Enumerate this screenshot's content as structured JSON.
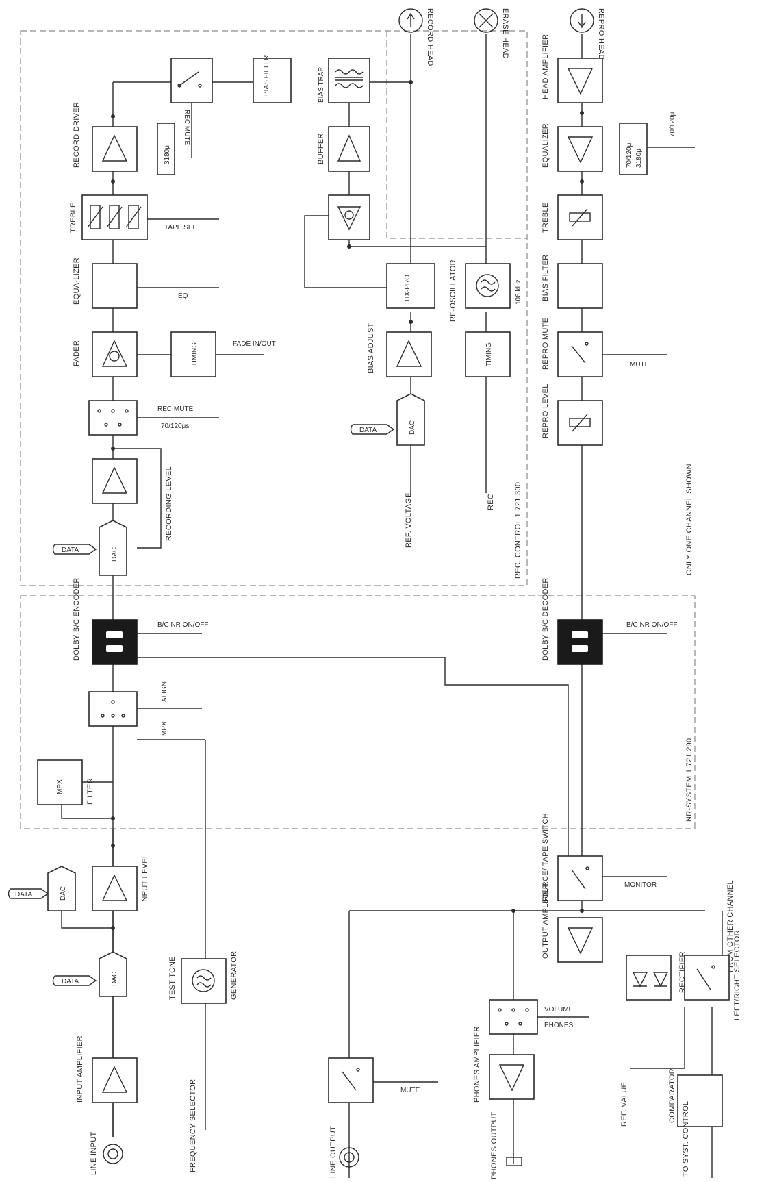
{
  "labels": {
    "record_driver": "RECORD DRIVER",
    "treble_rec": "TREBLE",
    "equalizer_rec": "EQUA-LIZER",
    "fader": "FADER",
    "recording_level": "RECORDING LEVEL",
    "bias_filter_rec": "BIAS FILTER",
    "bias_trap": "BIAS TRAP",
    "buffer": "BUFFER",
    "bias_adjust": "BIAS ADJUST",
    "hx_pro": "HX-PRO",
    "rf_oscillator": "RF-OSCILLATOR",
    "timing_rec": "TIMING",
    "timing_osc": "TIMING",
    "freq_106": "106 kHz",
    "ref_voltage": "REF. VOLTAGE",
    "rec_ctrl": "REC",
    "record_head": "RECORD HEAD",
    "erase_head": "ERASE HEAD",
    "repro_head": "REPRO HEAD",
    "head_amplifier": "HEAD AMPLIFIER",
    "equalizer_play": "EQUALIZER",
    "treble_play": "TREBLE",
    "bias_filter_play": "BIAS FILTER",
    "repro_mute": "REPRO MUTE",
    "repro_level": "REPRO LEVEL",
    "mute_play": "MUTE",
    "eq_70_120": "70/120μ",
    "eq_box": "70/120μ 3180μ",
    "tc_3180": "3180μ",
    "rec_mute_switch": "REC MUTE",
    "tape_sel": "TAPE SEL.",
    "eq_ctrl": "EQ",
    "fade_inout": "FADE IN/OUT",
    "rec_mute_ctrl": "REC MUTE",
    "rec_mute_tc": "70/120μs",
    "rec_control_board": "REC. CONTROL 1.721.300",
    "only_one": "ONLY ONE CHANNEL SHOWN",
    "dolby_enc": "DOLBY B/C ENCODER",
    "dolby_dec": "DOLBY B/C DECODER",
    "bc_nr_enc": "B/C NR ON/OFF",
    "bc_nr_dec": "B/C NR ON/OFF",
    "align": "ALIGN",
    "mpx": "MPX",
    "mpx_box": "MPX",
    "filter": "FILTER",
    "nr_system": "NR-SYSTEM 1.721.290",
    "input_level": "INPUT LEVEL",
    "input_amplifier": "INPUT AMPLIFIER",
    "line_input": "LINE INPUT",
    "test_tone": "TEST TONE",
    "generator": "GENERATOR",
    "frequency_selector": "FREQUENCY SELECTOR",
    "source_tape": "SOURCE/ TAPE SWITCH",
    "monitor": "MONITOR",
    "output_amplifier": "OUTPUT AMPLIFIER",
    "rectifier": "RECTIFIER",
    "from_other": "FROM OTHER CHANNEL",
    "left_right": "LEFT/RIGHT SELECTOR",
    "comparator": "COMPARATOR",
    "ref_value": "REF. VALUE",
    "to_syst": "TO SYST. CONTROL",
    "volume": "VOLUME",
    "phones": "PHONES",
    "phones_amplifier": "PHONES AMPLIFIER",
    "phones_output": "PHONES OUTPUT",
    "mute_line": "MUTE",
    "line_output": "LINE OUTPUT",
    "dac": "DAC",
    "data": "DATA"
  }
}
